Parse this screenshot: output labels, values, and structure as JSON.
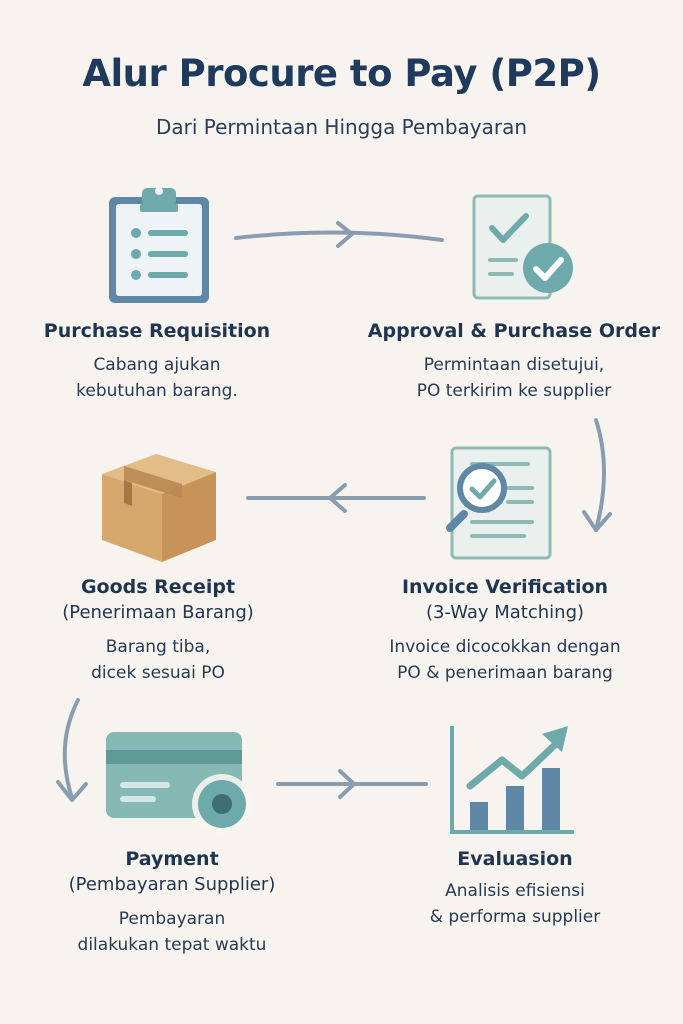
{
  "header": {
    "title": "Alur Procure to Pay (P2P)",
    "subtitle": "Dari Permintaan Hingga Pembayaran"
  },
  "steps": [
    {
      "icon": "clipboard-icon",
      "name": "Purchase Requisition",
      "sub": "",
      "desc": [
        "Cabang ajukan",
        "kebutuhan barang."
      ]
    },
    {
      "icon": "approved-document-icon",
      "name": "Approval & Purchase Order",
      "sub": "",
      "desc": [
        "Permintaan disetujui,",
        "PO terkirim ke supplier"
      ]
    },
    {
      "icon": "invoice-search-icon",
      "name": "Invoice Verification",
      "sub": "(3-Way Matching)",
      "desc": [
        "Invoice dicocokkan dengan",
        "PO & penerimaan barang"
      ]
    },
    {
      "icon": "package-box-icon",
      "name": "Goods Receipt",
      "sub": "(Penerimaan Barang)",
      "desc": [
        "Barang tiba,",
        "dicek sesuai PO"
      ]
    },
    {
      "icon": "credit-card-icon",
      "name": "Payment",
      "sub": "(Pembayaran Supplier)",
      "desc": [
        "Pembayaran",
        "dilakukan tepat waktu"
      ]
    },
    {
      "icon": "growth-chart-icon",
      "name": "Evaluasion",
      "sub": "",
      "desc": [
        "Analisis efisiensi",
        "& performa supplier"
      ]
    }
  ],
  "colors": {
    "primary_dark": "#1f3a5c",
    "teal": "#6ea9ab",
    "slate_blue": "#5f88a6",
    "arrow": "#8a9db0",
    "box": "#d7a86e"
  }
}
